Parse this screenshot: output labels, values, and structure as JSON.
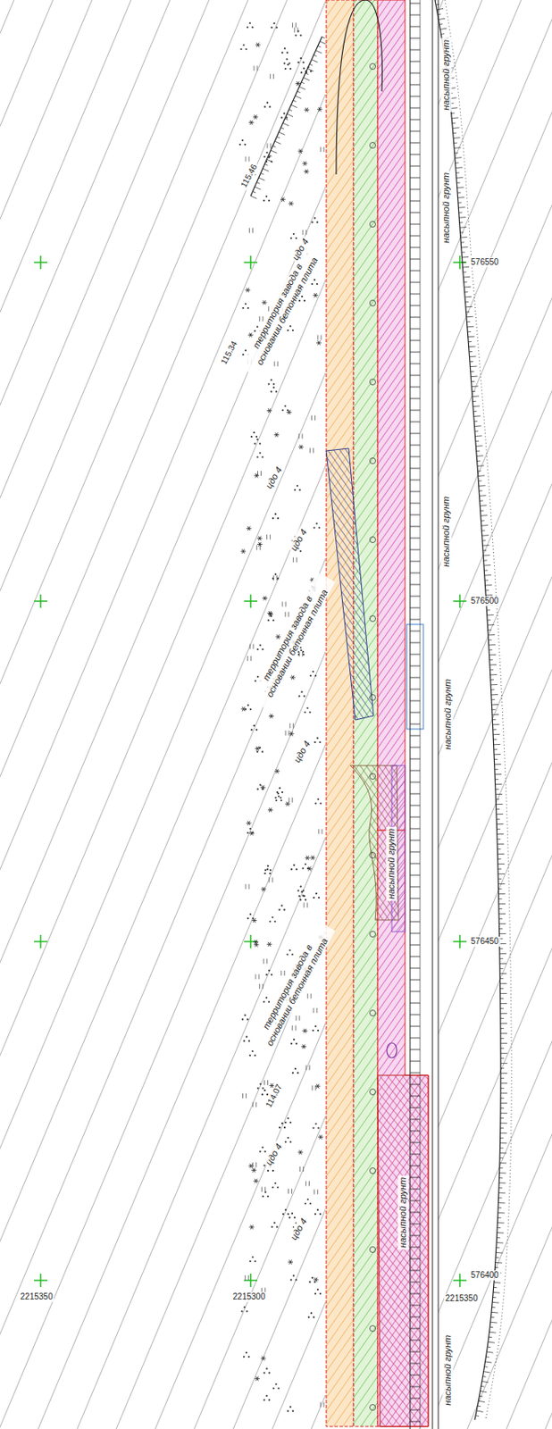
{
  "diagram": {
    "labels": [
      "576550",
      "576500",
      "576450",
      "576400",
      "2215350",
      "2215300",
      "2215350",
      "территория завода в основании бетонная плита",
      "территория завода в основании бетонная плита",
      "территория завода в основании бетонная плита",
      "насыпной грунт",
      "насыпной грунт",
      "насыпной грунт",
      "насыпной грунт",
      "насыпной грунт",
      "насыпной грунт",
      "насыпной грунт",
      "цдо 4",
      "цдо 4",
      "цдо 4",
      "цдо 4",
      "цдо 4",
      "цдо 4",
      "115.46",
      "115.34",
      "114.07"
    ]
  }
}
